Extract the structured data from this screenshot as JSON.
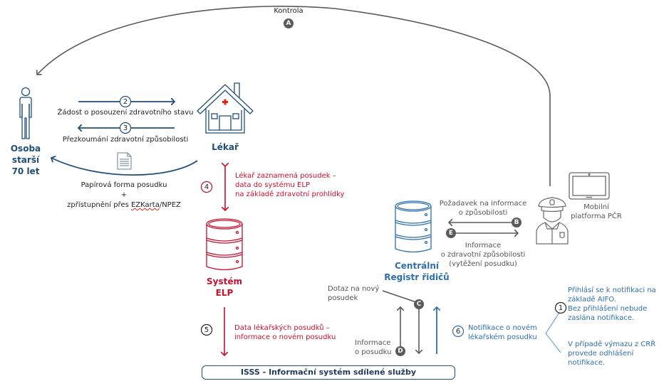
{
  "actors": {
    "person": {
      "label": "Osoba\nstarší\n70 let"
    },
    "doctor": {
      "label": "Lékař"
    },
    "elp": {
      "label": "Systém\nELP"
    },
    "crr": {
      "label": "Centrální\nRegistr řidičů"
    },
    "mobile": {
      "label": "Mobilní\nplatforma PČR"
    }
  },
  "flows": {
    "a": {
      "badge": "A",
      "label": "Kontrola"
    },
    "step2": {
      "badge": "2",
      "label": "Žádost o posouzení zdravotního stavu"
    },
    "step3": {
      "badge": "3",
      "label": "Přezkoumání zdravotní způsobilosti"
    },
    "paper": {
      "line1": "Papírová forma posudku",
      "plus": "+",
      "line2_prefix": "zpřístupnění přes ",
      "line2_link": "EZKarta",
      "line2_suffix": "/NPEZ"
    },
    "step4": {
      "badge": "4",
      "label": "Lékař zaznamená posudek –\ndata do systému ELP\nna základě zdravotní prohlídky"
    },
    "step5": {
      "badge": "5",
      "label": "Data lékařských posudků –\ninformace o novém posudku"
    },
    "b": {
      "badge": "B",
      "label": "Požadavek na informace\no způsobilosti"
    },
    "e": {
      "badge": "E",
      "label": "Informace\no zdravotní způsobilosti\n(vytěžení posudku)"
    },
    "c": {
      "badge": "C",
      "label": "Dotaz na nový\nposudek"
    },
    "d": {
      "badge": "D",
      "label": "Informace\no posudku"
    },
    "step6": {
      "badge": "6",
      "label": "Notifikace o novém\nlékařském posudku"
    },
    "step1": {
      "badge": "1",
      "label1": "Přihlásí se k notifikaci na\nzákladě AIFO.\nBez přihlášení nebude\nzaslána notifikace.",
      "label2": "V případě výmazu z CRŘ\nprovede odhlášení\nnotifikace."
    }
  },
  "isss": {
    "label": "ISSS - Informační systém sdílené služby"
  },
  "colors": {
    "navy": "#1f4e79",
    "red": "#c8102e",
    "blue": "#2e6fac",
    "gray": "#555555"
  }
}
